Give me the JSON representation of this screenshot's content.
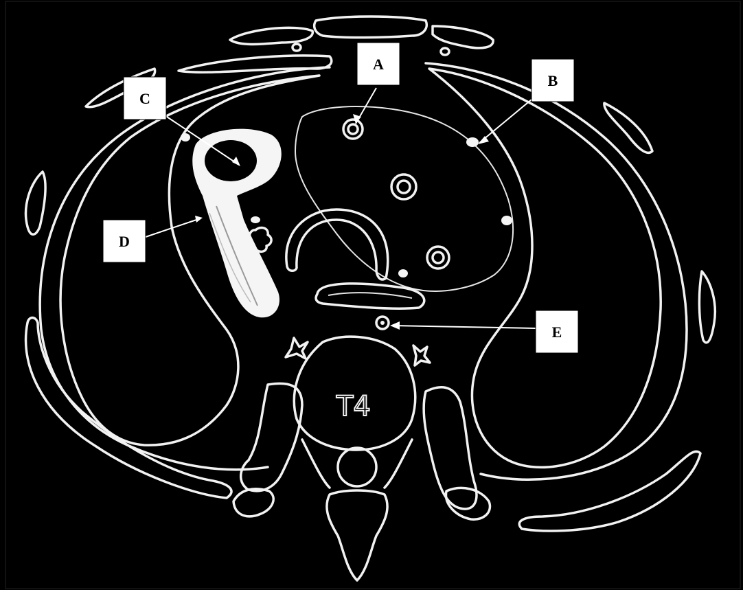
{
  "diagram": {
    "labels": [
      {
        "id": "A",
        "text": "A"
      },
      {
        "id": "B",
        "text": "B"
      },
      {
        "id": "C",
        "text": "C"
      },
      {
        "id": "D",
        "text": "D"
      },
      {
        "id": "E",
        "text": "E"
      }
    ],
    "vertebra_text": "T4",
    "colors": {
      "background": "#000000",
      "lines": "#f2f2f2",
      "label_box": "#ffffff",
      "label_text": "#000000"
    }
  }
}
